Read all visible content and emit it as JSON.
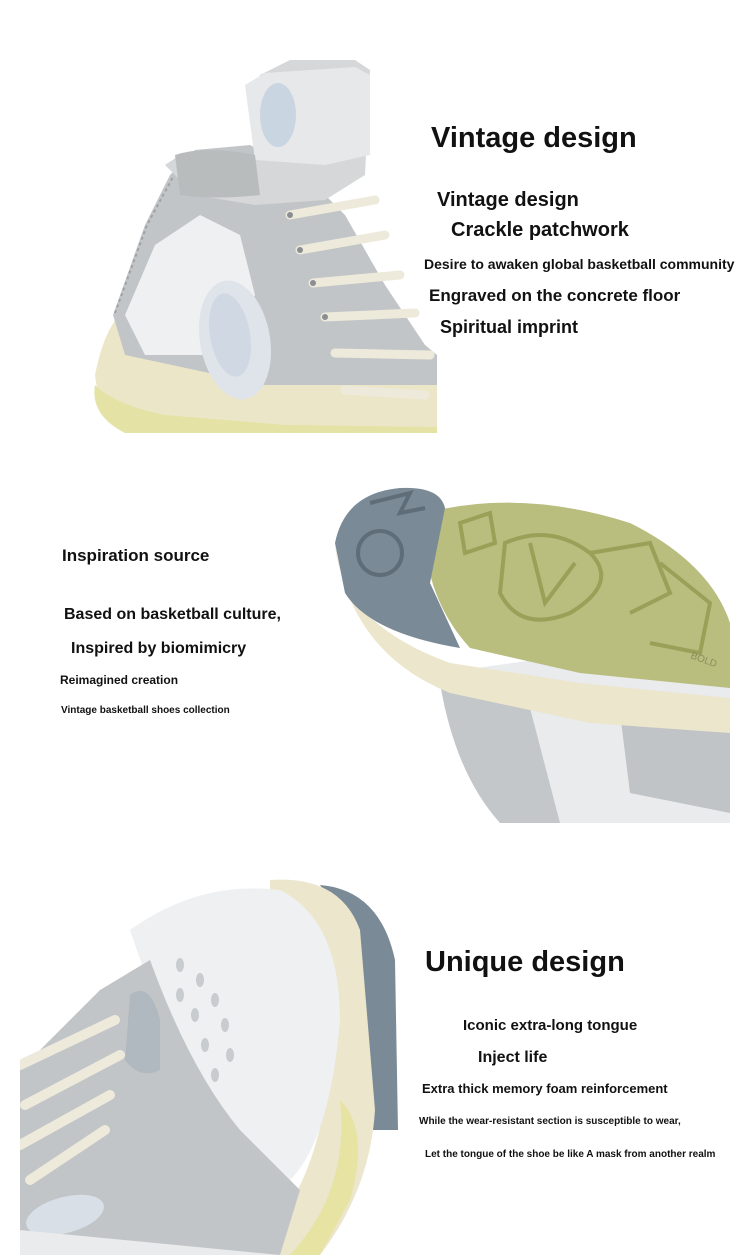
{
  "section1": {
    "heading": "Vintage design",
    "lines": [
      "Vintage design",
      "Crackle patchwork",
      "Desire to awaken global basketball community",
      "Engraved on the concrete floor",
      "Spiritual imprint"
    ]
  },
  "section2": {
    "lines": [
      "Inspiration source",
      "Based on basketball culture,",
      "Inspired by biomimicry",
      "Reimagined creation",
      "Vintage basketball shoes collection"
    ],
    "sole_brand": "BOLD"
  },
  "section3": {
    "heading": "Unique design",
    "lines": [
      "Iconic extra-long tongue",
      "Inject life",
      "Extra thick memory foam reinforcement",
      "While the wear-resistant section is susceptible to wear,",
      "Let the tongue of the shoe be like A mask from another realm"
    ]
  },
  "colors": {
    "sole_green": "#b9bd7e",
    "sole_blue_gray": "#7a8a96",
    "suede_gray": "#b9bcbd",
    "leather_white": "#eef0f1",
    "cream": "#ece6c9",
    "lace": "#eeeadb"
  }
}
